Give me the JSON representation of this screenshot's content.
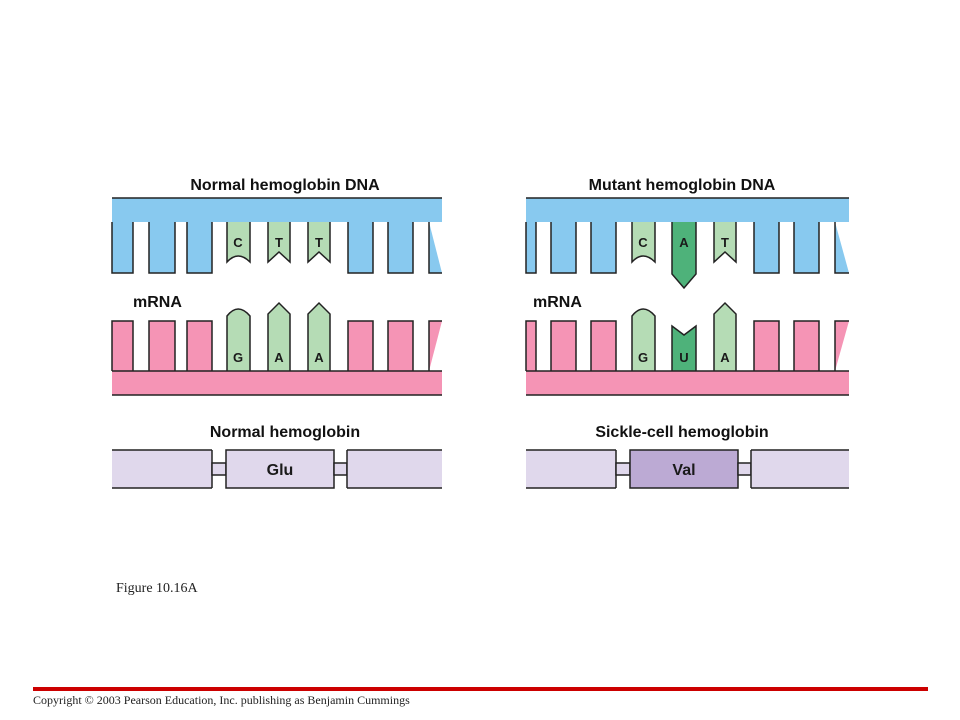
{
  "colors": {
    "dna": "#88c9ef",
    "mrna": "#f594b5",
    "base_normal": "#b5dcb5",
    "base_mutant": "#4eb27a",
    "protein": "#e0d8ec",
    "protein_mutant": "#bcaad4",
    "stroke": "#222222",
    "accent_rule": "#cc0000"
  },
  "normal": {
    "dna_title": "Normal hemoglobin DNA",
    "dna_bases": [
      "C",
      "T",
      "T"
    ],
    "mrna_label": "mRNA",
    "mrna_bases": [
      "G",
      "A",
      "A"
    ],
    "protein_title": "Normal hemoglobin",
    "amino_acid": "Glu"
  },
  "mutant": {
    "dna_title": "Mutant hemoglobin DNA",
    "dna_bases": [
      "C",
      "A",
      "T"
    ],
    "mrna_label": "mRNA",
    "mrna_bases": [
      "G",
      "U",
      "A"
    ],
    "protein_title": "Sickle-cell hemoglobin",
    "amino_acid": "Val"
  },
  "caption": "Figure 10.16A",
  "copyright": "Copyright © 2003 Pearson Education, Inc. publishing as Benjamin Cummings"
}
